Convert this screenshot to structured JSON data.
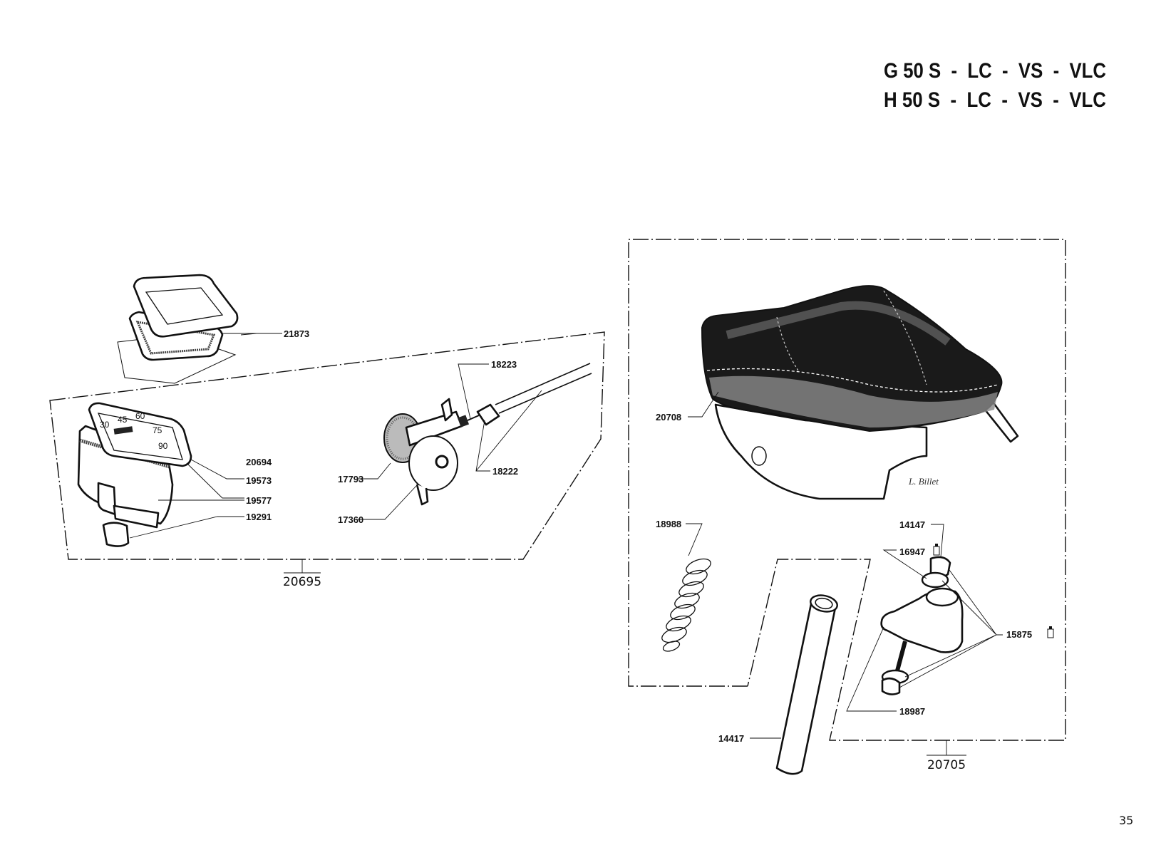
{
  "header": {
    "title_line_1": "G 50 S  -  LC  -  VS  -  VLC",
    "title_line_2": "H 50 S  -  LC  -  VS  -  VLC"
  },
  "speedometer_group": {
    "assembly_number": "20695",
    "parts": {
      "bezel": "21873",
      "speedometer_head": "20694",
      "gasket": "19573",
      "bracket": "19577",
      "rubber_mount": "19291",
      "drive_gear": "17793",
      "drive_housing": "17360",
      "cable_inner": "18223",
      "cable_outer": "18222"
    },
    "dial_marks": [
      "30",
      "45",
      "60",
      "75",
      "90"
    ]
  },
  "saddle_group": {
    "assembly_number": "20705",
    "parts": {
      "saddle": "20708",
      "spring": "18988",
      "seat_post": "14417",
      "nut": "14147",
      "washer": "16947",
      "lock_washer": "15875",
      "clamp": "18987"
    },
    "standard_part_icon": "bottle-icon",
    "signature": "L. Billet"
  },
  "footer": {
    "page_number": "35"
  }
}
